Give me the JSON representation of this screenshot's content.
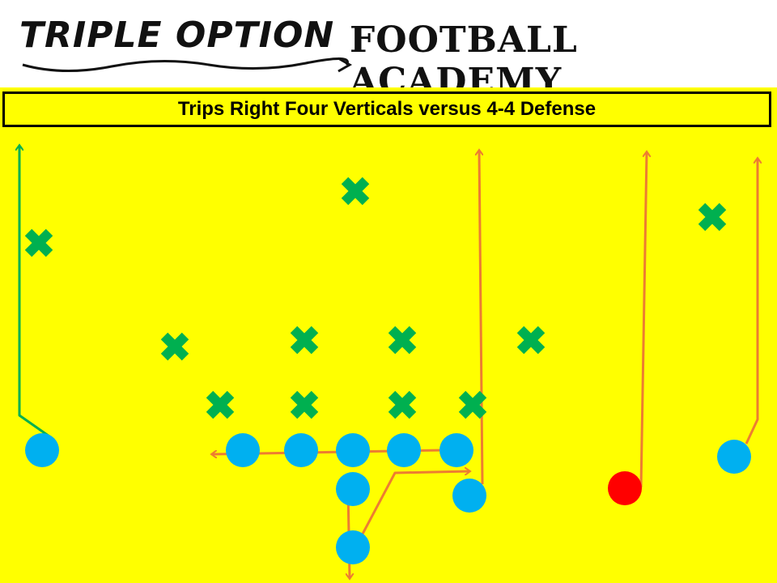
{
  "header": {
    "logo_left": "TRIPLE OPTION",
    "logo_right": "FOOTBALL ACADEMY"
  },
  "title": "Trips Right Four Verticals versus 4-4 Defense",
  "colors": {
    "field": "#ffff00",
    "offense": "#00b0f0",
    "quarterback": "#ff0000",
    "defense": "#00b050",
    "route": "#ed7d31",
    "left_route": "#00b050"
  },
  "legend_icons": [
    "offense-player-circle",
    "defense-player-x",
    "route-arrow"
  ]
}
